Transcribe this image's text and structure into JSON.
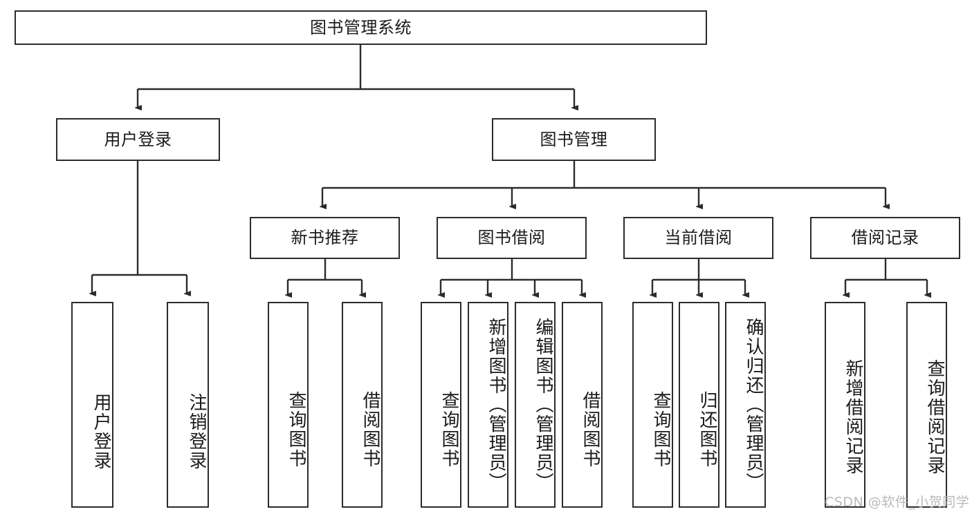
{
  "diagram": {
    "title": "图书管理系统",
    "type": "hierarchy-tree",
    "root": {
      "id": "root",
      "label": "图书管理系统"
    },
    "level2": [
      {
        "id": "user-login",
        "label": "用户登录"
      },
      {
        "id": "book-management",
        "label": "图书管理"
      }
    ],
    "level3": [
      {
        "id": "new-book-recommend",
        "label": "新书推荐"
      },
      {
        "id": "book-borrow",
        "label": "图书借阅"
      },
      {
        "id": "current-borrow",
        "label": "当前借阅"
      },
      {
        "id": "borrow-record",
        "label": "借阅记录"
      }
    ],
    "leaves": [
      {
        "id": "leaf-user-login",
        "label": "用户登录",
        "parent": "user-login"
      },
      {
        "id": "leaf-logout",
        "label": "注销登录",
        "parent": "user-login"
      },
      {
        "id": "leaf-query-book-1",
        "label": "查询图书",
        "parent": "new-book-recommend"
      },
      {
        "id": "leaf-borrow-book-1",
        "label": "借阅图书",
        "parent": "new-book-recommend"
      },
      {
        "id": "leaf-query-book-2",
        "label": "查询图书",
        "parent": "book-borrow"
      },
      {
        "id": "leaf-add-book",
        "label": "新增图书（管理员）",
        "parent": "book-borrow"
      },
      {
        "id": "leaf-edit-book",
        "label": "编辑图书（管理员）",
        "parent": "book-borrow"
      },
      {
        "id": "leaf-borrow-book-2",
        "label": "借阅图书",
        "parent": "book-borrow"
      },
      {
        "id": "leaf-query-book-3",
        "label": "查询图书",
        "parent": "current-borrow"
      },
      {
        "id": "leaf-return-book",
        "label": "归还图书",
        "parent": "current-borrow"
      },
      {
        "id": "leaf-confirm-return",
        "label": "确认归还（管理员）",
        "parent": "current-borrow"
      },
      {
        "id": "leaf-add-record",
        "label": "新增借阅记录",
        "parent": "borrow-record"
      },
      {
        "id": "leaf-query-record",
        "label": "查询借阅记录",
        "parent": "borrow-record"
      }
    ],
    "colors": {
      "stroke": "#2b2b2b",
      "fill": "#ffffff",
      "text": "#1a1a1a",
      "watermark": "#b9b9b9"
    }
  },
  "watermark": {
    "text": "CSDN @软件_小贺同学"
  }
}
